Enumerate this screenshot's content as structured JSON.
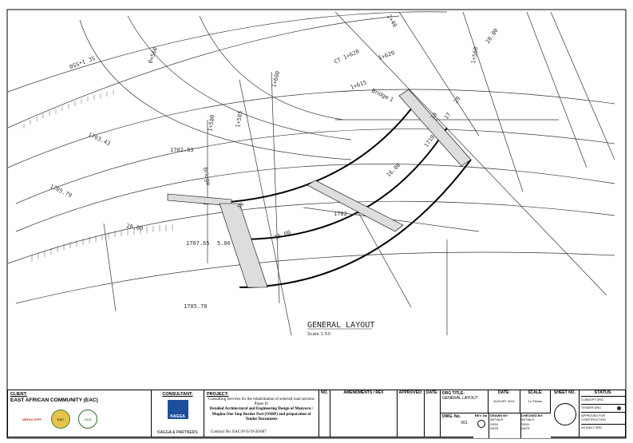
{
  "drawing": {
    "title": "GENERAL LAYOUT",
    "scale": "Scale 1:50",
    "chainages": [
      "SC 1+550",
      "0+560",
      "1+600",
      "1+585",
      "1+580",
      "1+620",
      "1+560",
      "CT 1+620",
      "1+615",
      "2+40"
    ],
    "levels": [
      "1703.43",
      "1702.83",
      "1705.79",
      "1707.65",
      "1705.78",
      "1702",
      "1710"
    ],
    "widths": [
      "20.00",
      "16.00",
      "15.00",
      "5.00",
      "20.00"
    ],
    "bridge_labels": [
      "Bridge",
      "Bridge 1"
    ],
    "misc": [
      "39",
      "17",
      "29",
      "SK"
    ]
  },
  "title_block": {
    "client_label": "CLIENT:",
    "client_name": "EAST AFRICAN COMMUNITY (EAC)",
    "client_logos": [
      "NEPAD-IPPF",
      "EAC",
      "AfDB"
    ],
    "consultant_label": "CONSULTANT:",
    "consultant_name": "KAGGA & PARTNERS",
    "consultant_logo": "KAGGA",
    "project_label": "PROJECT:",
    "project_line1": "Consulting Services for the rehabilitation of selected road sections Phase II:",
    "project_line2": "Detailed Architectural and Engineering Design of Manyovu / Mugina One Stop Border Post (OSBP) and preparation of Tender Documents",
    "contract_no": "Contract No. EAC/SVS/19-20/067",
    "col_no": "NO.",
    "col_amend": "AMENDMENTS / REV",
    "col_approved": "APPROVED:",
    "col_date": "DATE:",
    "drg_title_label": "DRG TITLE:",
    "drg_title_value": "GENERAL LAYOUT",
    "date_label": "DATE:",
    "date_value": "AUGUST 2021",
    "scale_label": "SCALE:",
    "scale_value": "1o Shown",
    "sheet_label": "SHEET NO.",
    "dwg_no_label": "DWG. No.",
    "dwg_no_value": "001",
    "rev_label": "REV. No",
    "drawn_by": "DRAWN BY:",
    "checked_by": "CHECKED BY:",
    "initials": "INITIALS",
    "sign": "SIGN",
    "date_small": "DATE",
    "status_label": "STATUS",
    "status_items": [
      "CONCEPT DRG",
      "TENDER DRG",
      "APPROVED FOR CONSTRUCTION",
      "AS BUILT DRG"
    ]
  }
}
